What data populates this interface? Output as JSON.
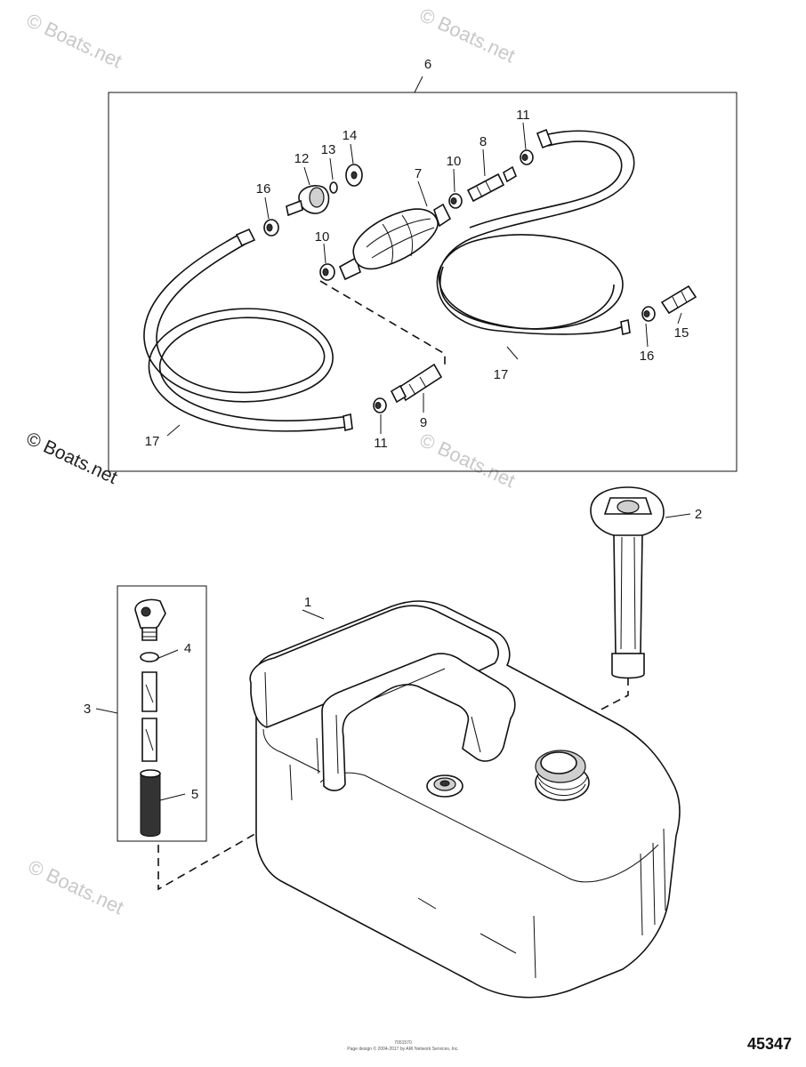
{
  "watermarks": {
    "text": "© Boats.net",
    "dark_text": "© Boats.net"
  },
  "callouts": {
    "c1": "1",
    "c2": "2",
    "c3": "3",
    "c4": "4",
    "c5": "5",
    "c6": "6",
    "c7": "7",
    "c8": "8",
    "c9": "9",
    "c10a": "10",
    "c10b": "10",
    "c11a": "11",
    "c11b": "11",
    "c12": "12",
    "c13": "13",
    "c14": "14",
    "c15": "15",
    "c16a": "16",
    "c16b": "16",
    "c17a": "17",
    "c17b": "17"
  },
  "figure_number": "45347",
  "footer": {
    "line1": "7051570",
    "line2": "Page design © 2004-2017 by ARI Network Services, Inc."
  }
}
